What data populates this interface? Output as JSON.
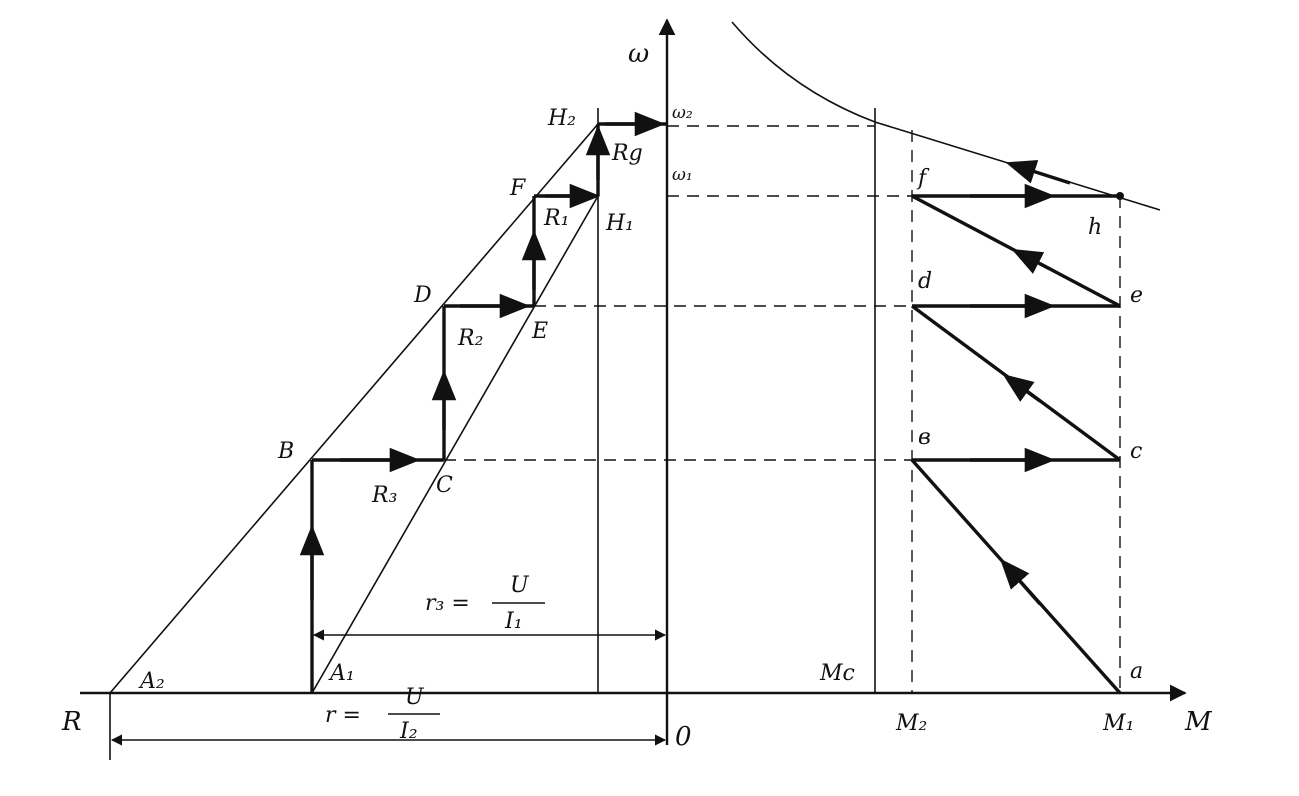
{
  "labels": {
    "omega_axis": "ω",
    "m_axis": "M",
    "origin": "0",
    "r_axis": "R",
    "omega2": "ω₂",
    "omega1": "ω₁",
    "H2": "H₂",
    "H1": "H₁",
    "F": "F",
    "D": "D",
    "E": "E",
    "B": "B",
    "C": "C",
    "A1": "A₁",
    "A2": "A₂",
    "Rg": "Rg",
    "R1": "R₁",
    "R2": "R₂",
    "R3": "R₃",
    "Mc": "Mc",
    "M2": "M₂",
    "M1": "M₁",
    "f": "f",
    "h": "h",
    "d": "d",
    "e": "e",
    "b": "в",
    "c": "c",
    "a": "a",
    "r3_lhs": "r₃ =",
    "r3_num": "U",
    "r3_den": "I₁",
    "r_lhs": "r =",
    "r_num": "U",
    "r_den": "I₂"
  }
}
